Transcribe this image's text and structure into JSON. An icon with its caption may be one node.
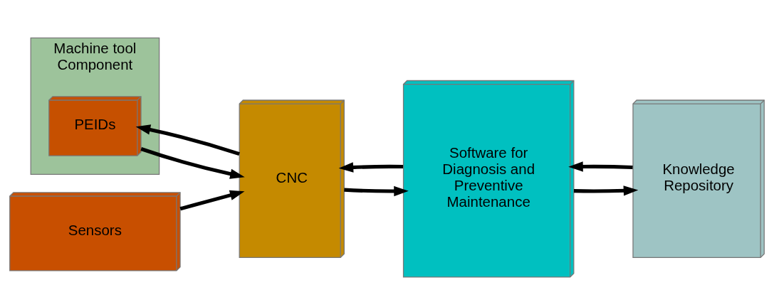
{
  "diagram": {
    "nodes": [
      {
        "text": [
          "Machine tool Component"
        ]
      },
      {
        "text": [
          "PEIDs"
        ],
        "in": 0
      },
      {
        "text": [
          "Sensors"
        ]
      },
      {
        "text": [
          "CNC"
        ]
      },
      {
        "text": [
          "Software for Diagnosis and Preventive Maintenance"
        ]
      },
      {
        "text": [
          "Knowledge Repository"
        ]
      }
    ],
    "edges": [
      {
        "from": 3,
        "to": 1,
        "arrow": "to"
      },
      {
        "from": 1,
        "to": 3,
        "arrow": "to"
      },
      {
        "from": 2,
        "to": 3,
        "arrow": "to"
      },
      {
        "from": 3,
        "to": 4,
        "arrow": "to"
      },
      {
        "from": 4,
        "to": 3,
        "arrow": "to"
      },
      {
        "from": 4,
        "to": 5,
        "arrow": "to"
      },
      {
        "from": 5,
        "to": 4,
        "arrow": "to"
      }
    ]
  }
}
